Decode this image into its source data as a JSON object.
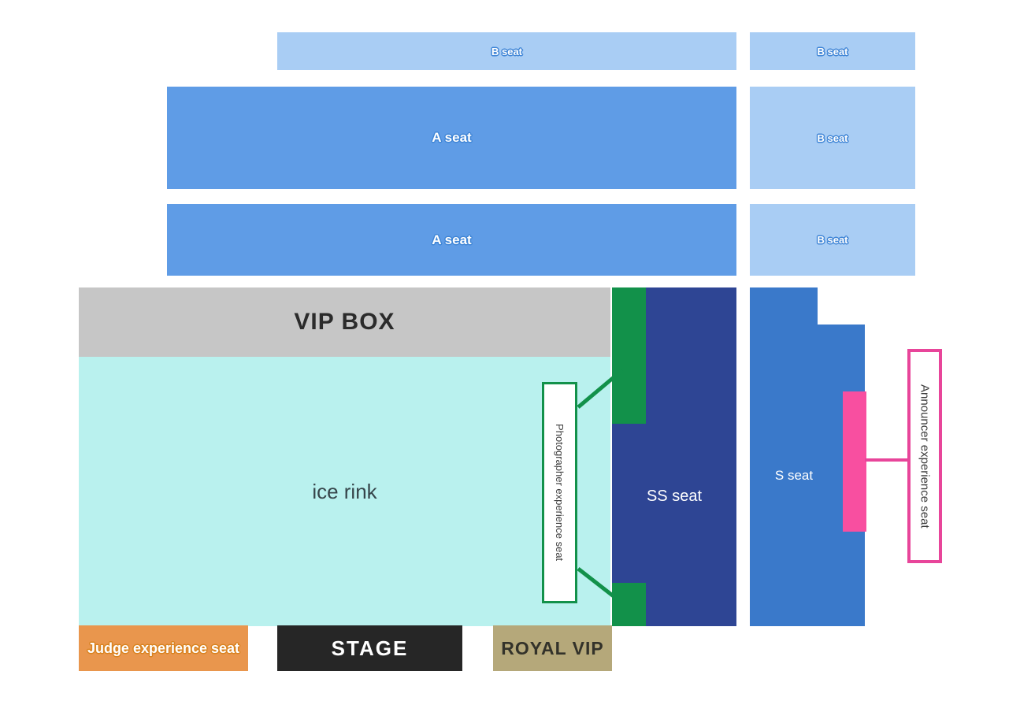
{
  "colors": {
    "b-seat": "#a9cdf4",
    "a-seat": "#5f9ce6",
    "vip-gray": "#c6c6c6",
    "ice-rink": "#b9f1ee",
    "green": "#12914a",
    "ss-blue": "#2e4594",
    "s-blue": "#3a79ca",
    "pink": "#f84fa0",
    "pink-border": "#e8459a",
    "orange": "#e9964d",
    "orange-stroke": "#d9821f",
    "blue-stroke": "#3f85d6",
    "stage-black": "#262626",
    "royal-khaki": "#b5a87a"
  },
  "areas": {
    "b_bar_top": {
      "label": "B seat"
    },
    "b_box_top": {
      "label": "B seat"
    },
    "a_row_1": {
      "label": "A seat"
    },
    "b_box_mid": {
      "label": "B seat"
    },
    "a_row_2": {
      "label": "A seat"
    },
    "b_box_low": {
      "label": "B seat"
    },
    "vip_box": {
      "label": "VIP BOX"
    },
    "ice_rink": {
      "label": "ice rink"
    },
    "ss_seat": {
      "label": "SS seat"
    },
    "s_seat": {
      "label": "S seat"
    },
    "photographer_seat": {
      "label": "Photographer experience seat"
    },
    "announcer_seat": {
      "label": "Announcer experience seat"
    },
    "judge_seat": {
      "label": "Judge experience seat"
    },
    "stage": {
      "label": "STAGE"
    },
    "royal_vip": {
      "label": "ROYAL VIP"
    }
  }
}
